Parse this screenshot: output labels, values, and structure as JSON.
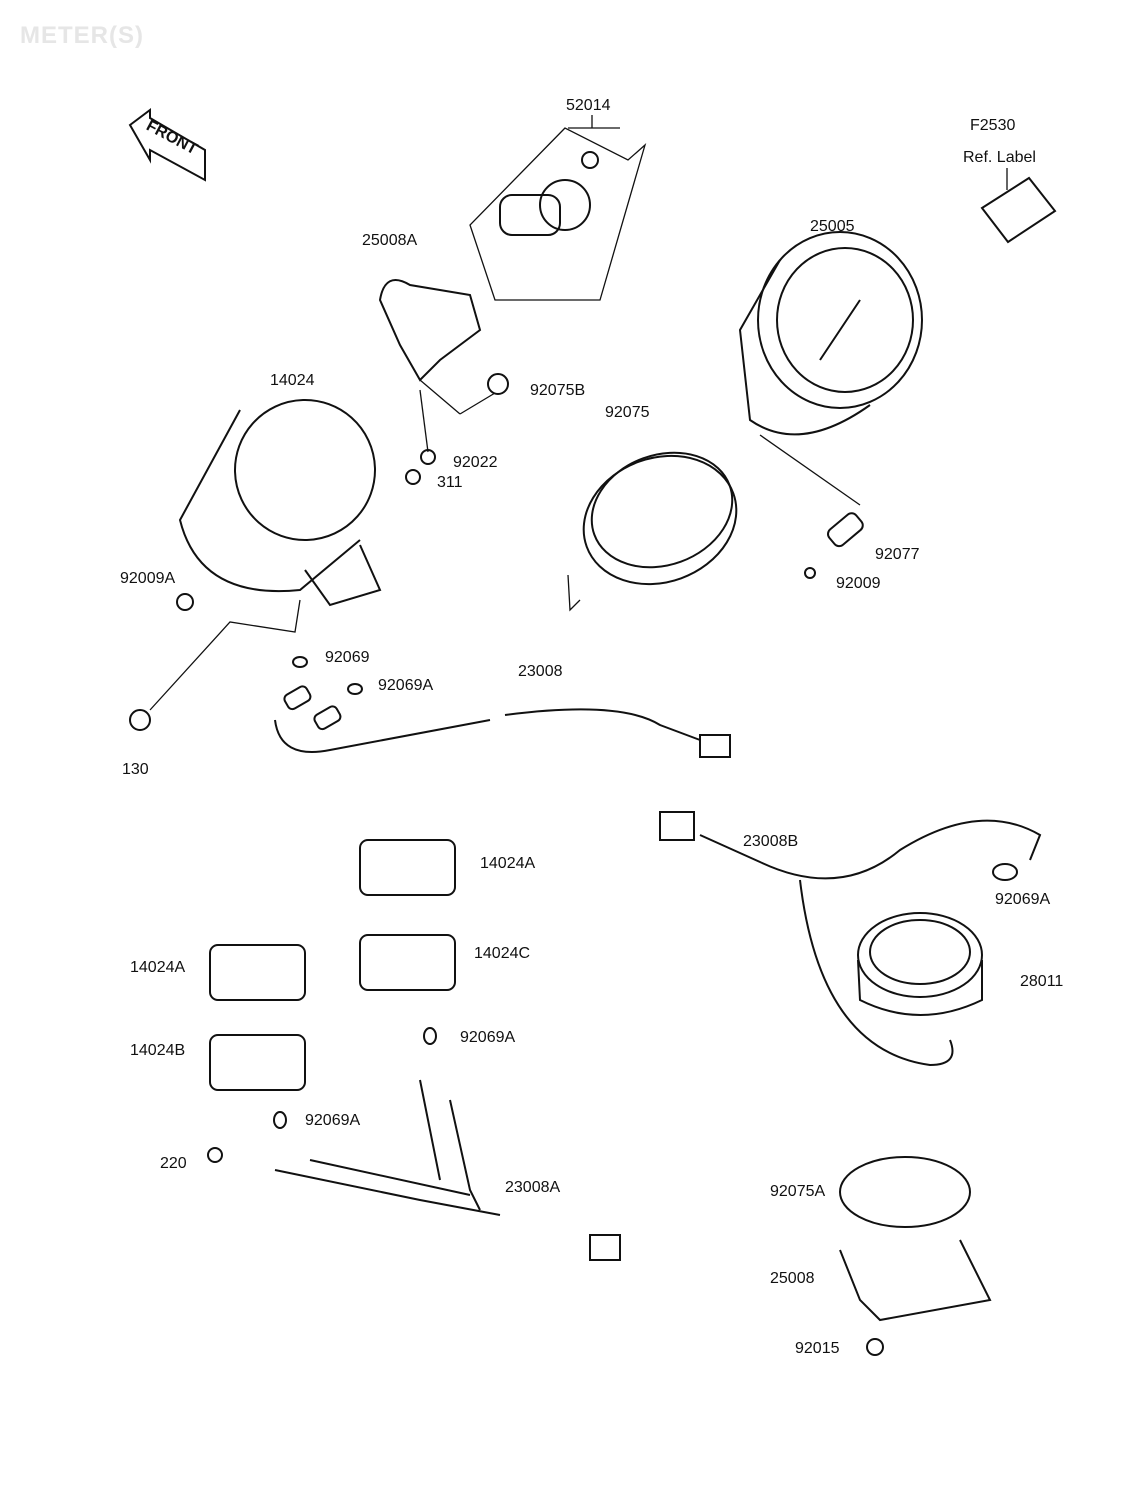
{
  "title": "METER(S)",
  "front_arrow_label": "FRONT",
  "figure_code": "F2530",
  "ref_label": "Ref. Label",
  "parts": [
    {
      "number": "52014"
    },
    {
      "number": "25005"
    },
    {
      "number": "25008A"
    },
    {
      "number": "14024"
    },
    {
      "number": "92075B"
    },
    {
      "number": "92075"
    },
    {
      "number": "92022"
    },
    {
      "number": "311"
    },
    {
      "number": "92077"
    },
    {
      "number": "92009A"
    },
    {
      "number": "92009"
    },
    {
      "number": "92069"
    },
    {
      "number": "92069A"
    },
    {
      "number": "23008"
    },
    {
      "number": "130"
    },
    {
      "number": "23008B"
    },
    {
      "number": "14024A"
    },
    {
      "number": "92069A"
    },
    {
      "number": "14024A"
    },
    {
      "number": "14024C"
    },
    {
      "number": "28011"
    },
    {
      "number": "14024B"
    },
    {
      "number": "92069A"
    },
    {
      "number": "92069A"
    },
    {
      "number": "220"
    },
    {
      "number": "23008A"
    },
    {
      "number": "92075A"
    },
    {
      "number": "25008"
    },
    {
      "number": "92015"
    }
  ]
}
